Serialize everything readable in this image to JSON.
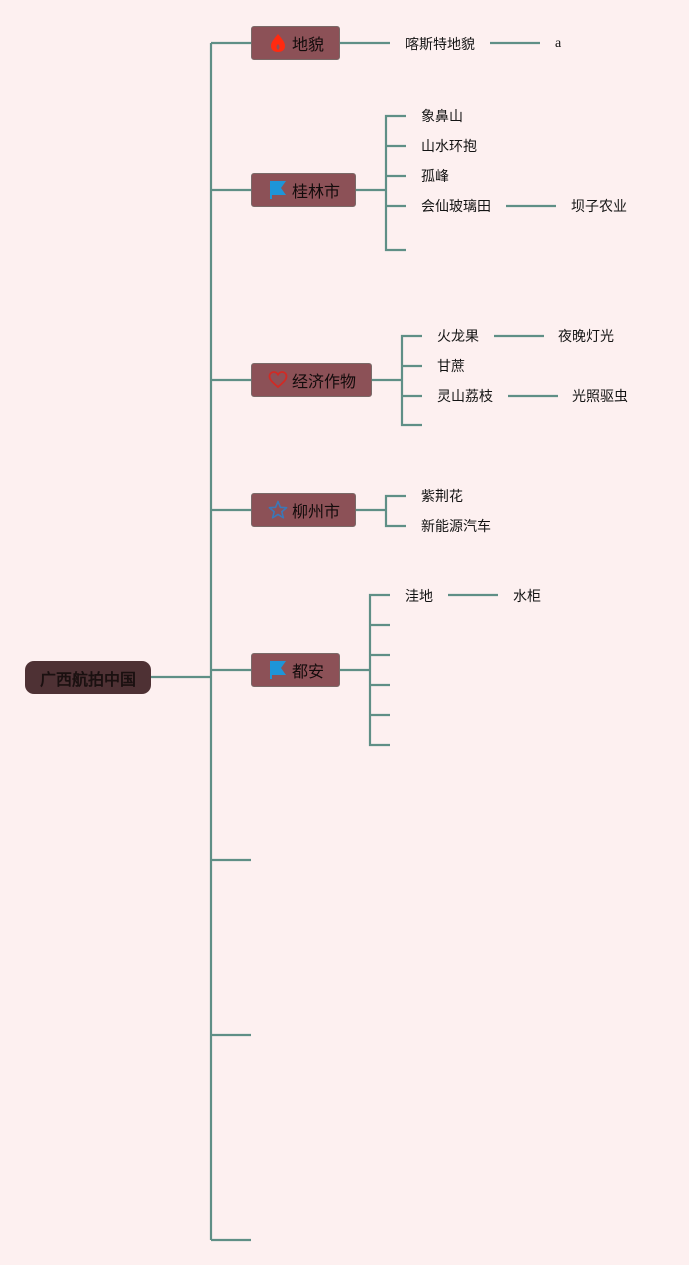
{
  "colors": {
    "background": "#fdf0f0",
    "connector": "#5f8f86",
    "root_fill": "#4e3134",
    "topic_fill": "#8c5157",
    "flame": "#ff2a10",
    "flag": "#1e95d8",
    "heart": "#d22a24",
    "star": "#3a78b8"
  },
  "root": {
    "label": "广西航拍中国"
  },
  "topics": [
    {
      "label": "地貌",
      "icon": "flame-icon",
      "children": [
        {
          "label": "喀斯特地貌",
          "children": [
            {
              "label": "a"
            }
          ]
        }
      ]
    },
    {
      "label": "桂林市",
      "icon": "flag-icon",
      "children": [
        {
          "label": "象鼻山"
        },
        {
          "label": "山水环抱"
        },
        {
          "label": "孤峰"
        },
        {
          "label": "会仙玻璃田",
          "children": [
            {
              "label": "坝子农业"
            }
          ]
        },
        {
          "label": ""
        }
      ]
    },
    {
      "label": "经济作物",
      "icon": "heart-icon",
      "children": [
        {
          "label": "火龙果",
          "children": [
            {
              "label": "夜晚灯光"
            }
          ]
        },
        {
          "label": "甘蔗"
        },
        {
          "label": "灵山荔枝",
          "children": [
            {
              "label": "光照驱虫"
            }
          ]
        },
        {
          "label": ""
        }
      ]
    },
    {
      "label": "柳州市",
      "icon": "star-icon",
      "children": [
        {
          "label": "紫荆花"
        },
        {
          "label": "新能源汽车"
        }
      ]
    },
    {
      "label": "都安",
      "icon": "flag-icon",
      "children": [
        {
          "label": "洼地",
          "children": [
            {
              "label": "水柜"
            }
          ]
        },
        {
          "label": ""
        },
        {
          "label": ""
        },
        {
          "label": ""
        },
        {
          "label": ""
        },
        {
          "label": ""
        }
      ]
    },
    {
      "label": ""
    },
    {
      "label": ""
    },
    {
      "label": ""
    }
  ]
}
